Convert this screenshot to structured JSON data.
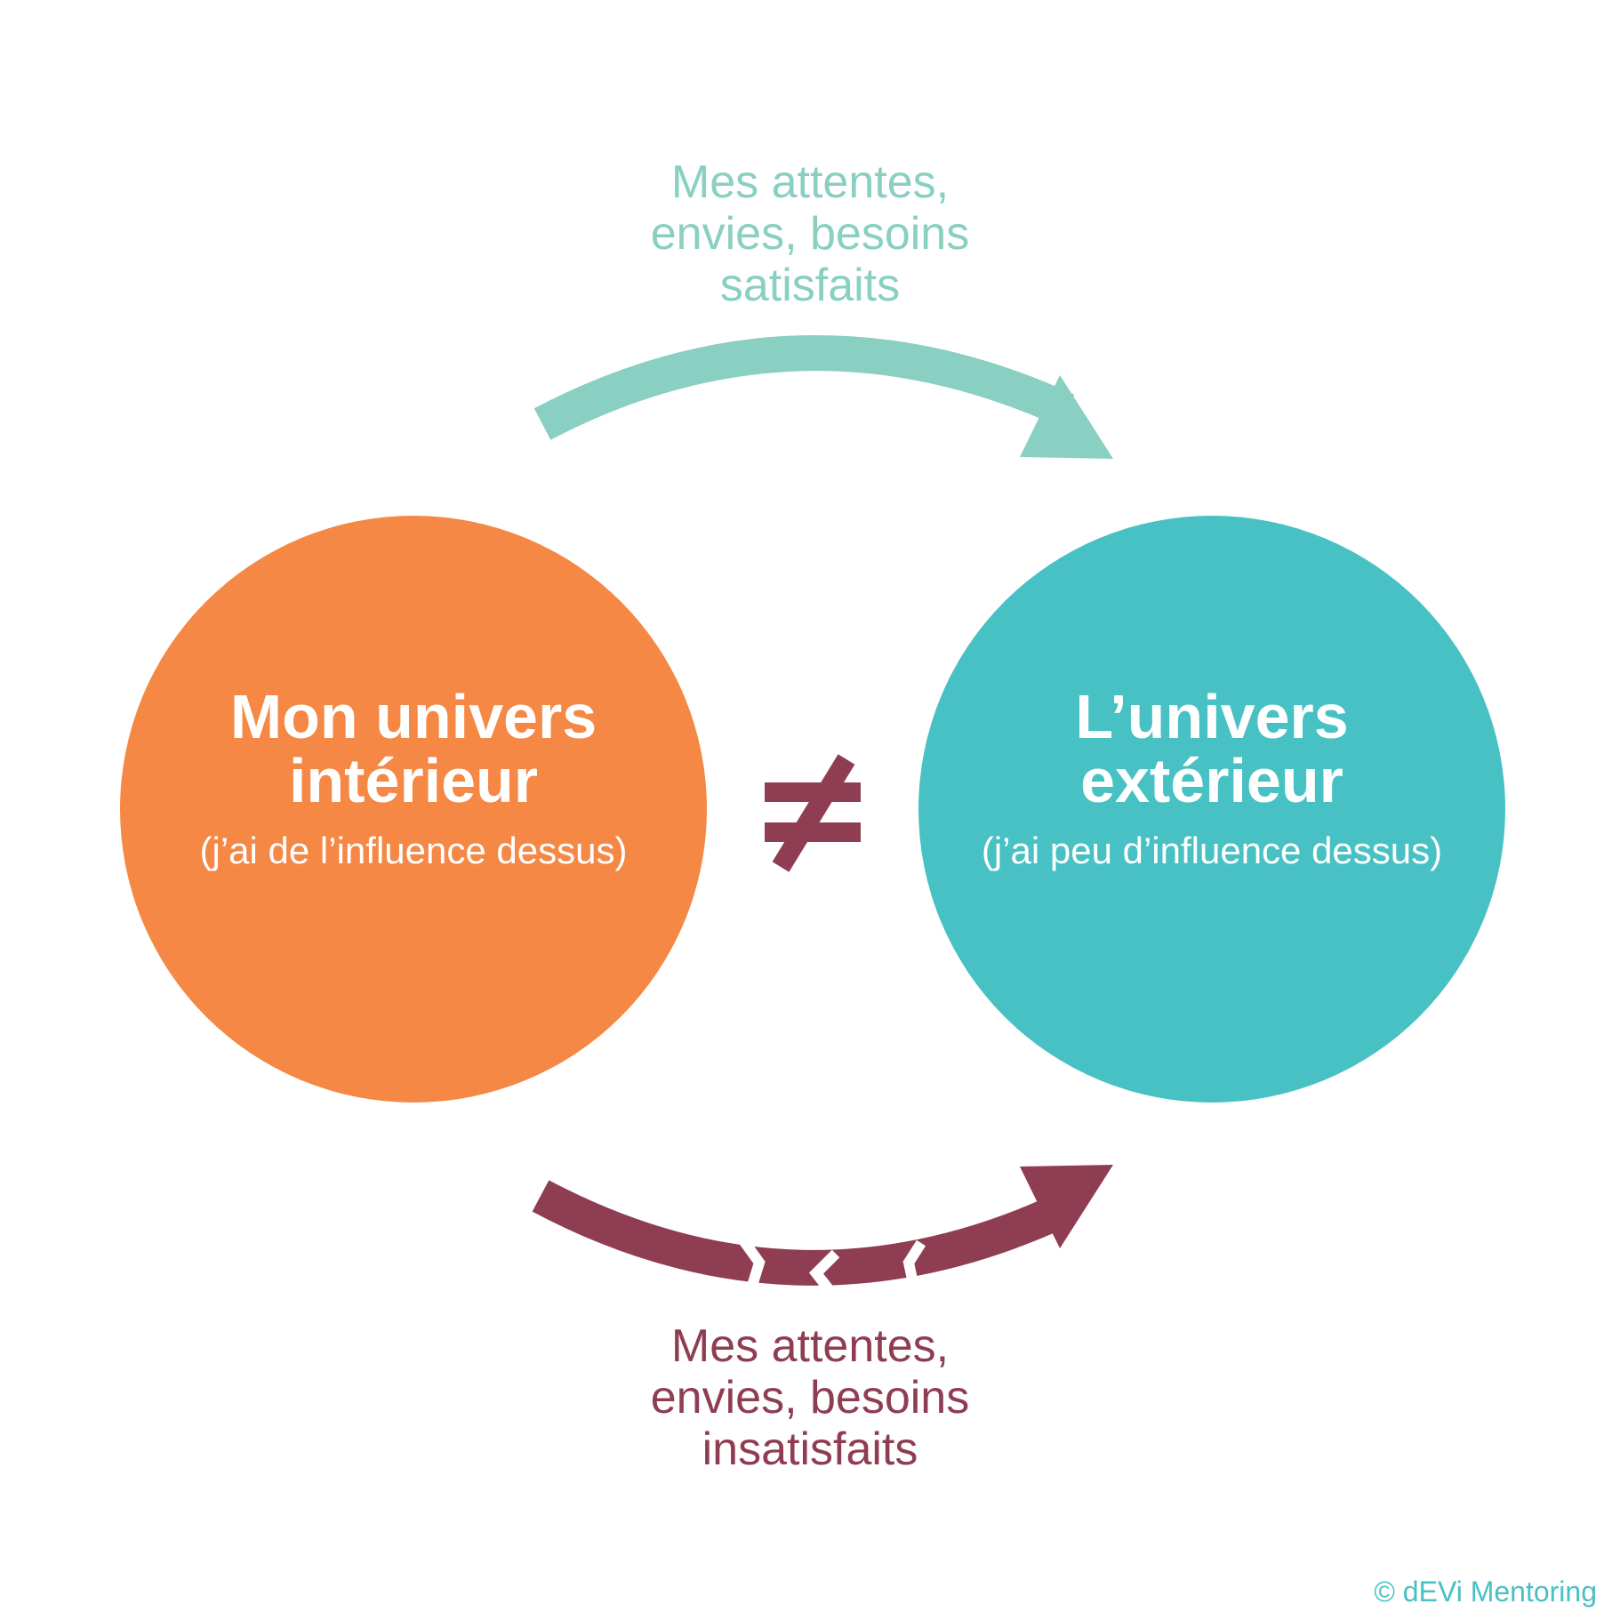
{
  "colors": {
    "orange": "#f48844",
    "teal": "#47c1c3",
    "mint": "#89cfc2",
    "plum": "#8f3d52",
    "white": "#ffffff"
  },
  "top_arrow": {
    "text": "Mes attentes,\nenvies, besoins\nsatisfaits"
  },
  "bottom_arrow": {
    "text": "Mes attentes,\nenvies, besoins\ninsatisfaits"
  },
  "circle_inner": {
    "title": "Mon univers\nintérieur",
    "subtitle": "(j’ai de l’influence dessus)"
  },
  "circle_outer": {
    "title": "L’univers\nextérieur",
    "subtitle": "(j’ai peu d’influence dessus)"
  },
  "relation_symbol": "not-equal-icon",
  "copyright": "© dEVi Mentoring"
}
